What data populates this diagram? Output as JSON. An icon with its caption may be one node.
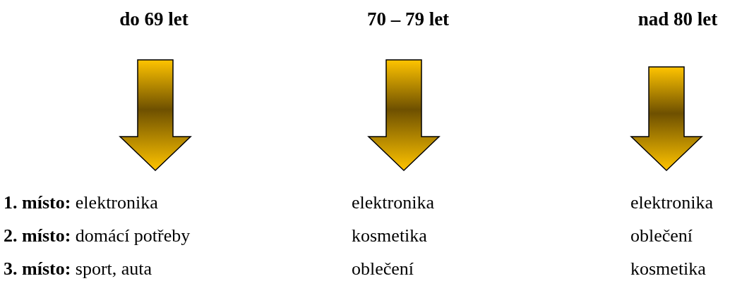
{
  "diagram": {
    "nodes": [
      {
        "text": [
          "do 69 let"
        ]
      },
      {
        "text": [
          "70 – 79 let"
        ]
      },
      {
        "text": [
          "nad 80 let"
        ]
      },
      {
        "text": [
          "**1. místo:** elektronika",
          "**2. místo:** domácí potřeby",
          "**3. místo:** sport, auta"
        ]
      },
      {
        "text": [
          "elektronika",
          "kosmetika",
          "oblečení"
        ]
      },
      {
        "text": [
          "elektronika",
          "oblečení",
          "kosmetika"
        ]
      }
    ],
    "edges": [
      {
        "from": 0,
        "to": 3,
        "arrow": "to",
        "style": "thick"
      },
      {
        "from": 1,
        "to": 4,
        "arrow": "to",
        "style": "thick"
      },
      {
        "from": 2,
        "to": 5,
        "arrow": "to",
        "style": "thick"
      }
    ]
  }
}
